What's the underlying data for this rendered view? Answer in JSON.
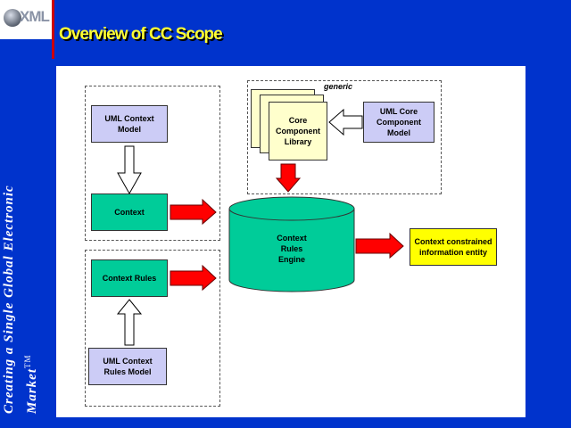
{
  "sidebar": {
    "logo_text": "XML",
    "slogan_line1": "Creating a Single Global Electronic",
    "slogan_line2": "Market",
    "slogan_tm": "TM"
  },
  "title": "Overview of CC Scope",
  "diagram": {
    "uml_context_model": "UML Context Model",
    "context": "Context",
    "context_rules": "Context Rules",
    "uml_context_rules_model": "UML Context Rules Model",
    "generic_label": "generic",
    "core_component_library": "Core Component Library",
    "uml_core_component_model": "UML Core Component Model",
    "context_rules_engine": "Context Rules Engine",
    "context_constrained_entity": "Context constrained information entity"
  },
  "colors": {
    "background": "#0033cc",
    "title": "#ffff33",
    "uml_box": "#ccccf6",
    "green_box": "#00cc99",
    "output_box": "#ffff00",
    "arrow_red": "#ff0000",
    "library_page": "#ffffcc"
  }
}
